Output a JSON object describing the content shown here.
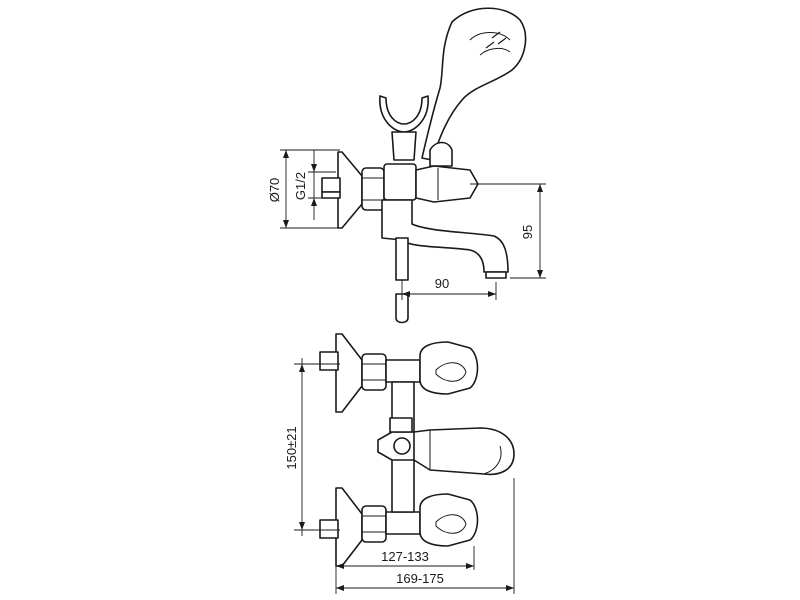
{
  "dimensions": {
    "diameter_flange": "Ø70",
    "thread": "G1/2",
    "height_spout": "95",
    "reach_spout": "90",
    "center_distance": "150±21",
    "depth_inner": "127-133",
    "depth_outer": "169-175"
  }
}
